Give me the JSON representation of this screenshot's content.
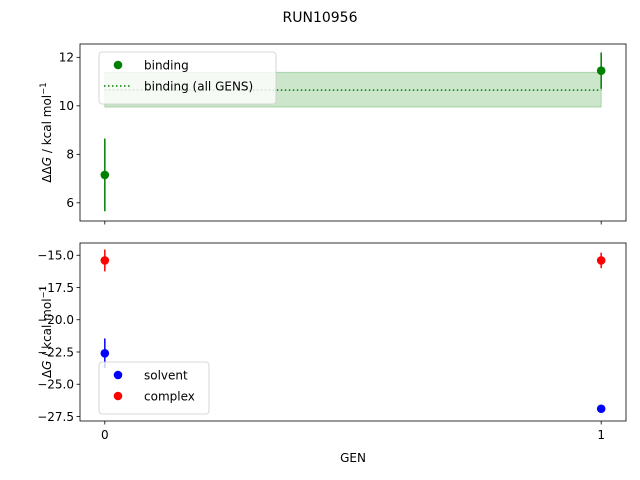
{
  "figure": {
    "suptitle": "RUN10956"
  },
  "chart_data": [
    {
      "type": "scatter",
      "panel": "top",
      "ylabel": "ΔΔG / kcal mol⁻¹",
      "ylabel_parts": {
        "prefix": "ΔΔ",
        "var": "G",
        "unit": " / kcal mol",
        "sup": "−1"
      },
      "xlim": [
        -0.05,
        1.05
      ],
      "ylim": [
        5.25,
        12.55
      ],
      "yticks": [
        6,
        8,
        10,
        12
      ],
      "ytick_labels": [
        "6",
        "8",
        "10",
        "12"
      ],
      "x_ticks_shown_labels": false,
      "legend": {
        "placement": "upper-left"
      },
      "series": [
        {
          "name": "binding",
          "kind": "errorbar",
          "color": "#008000",
          "x": [
            0,
            1
          ],
          "y": [
            7.15,
            11.45
          ],
          "yerr": [
            1.5,
            0.75
          ]
        }
      ],
      "reference": {
        "name": "binding (all GENS)",
        "kind": "hline",
        "style": "dotted",
        "color": "#008000",
        "y": 10.65,
        "band": [
          9.95,
          11.38
        ],
        "band_color": "#008000",
        "x_range": [
          0,
          1
        ]
      }
    },
    {
      "type": "scatter",
      "panel": "bottom",
      "ylabel": "ΔG / kcal mol⁻¹",
      "ylabel_parts": {
        "prefix": "Δ",
        "var": "G",
        "unit": " / kcal mol",
        "sup": "−1"
      },
      "xlabel": "GEN",
      "xlim": [
        -0.05,
        1.05
      ],
      "ylim": [
        -27.85,
        -14.05
      ],
      "xticks": [
        0,
        1
      ],
      "xtick_labels": [
        "0",
        "1"
      ],
      "yticks": [
        -15.0,
        -17.5,
        -20.0,
        -22.5,
        -25.0,
        -27.5
      ],
      "ytick_labels": [
        "−15.0",
        "−17.5",
        "−20.0",
        "−22.5",
        "−25.0",
        "−27.5"
      ],
      "legend": {
        "placement": "lower-left"
      },
      "series": [
        {
          "name": "solvent",
          "kind": "errorbar",
          "color": "#0000ff",
          "x": [
            0,
            1
          ],
          "y": [
            -22.6,
            -26.9
          ],
          "yerr": [
            1.15,
            0.15
          ]
        },
        {
          "name": "complex",
          "kind": "errorbar",
          "color": "#ff0000",
          "x": [
            0,
            1
          ],
          "y": [
            -15.4,
            -15.4
          ],
          "yerr": [
            0.85,
            0.6
          ]
        }
      ]
    }
  ]
}
